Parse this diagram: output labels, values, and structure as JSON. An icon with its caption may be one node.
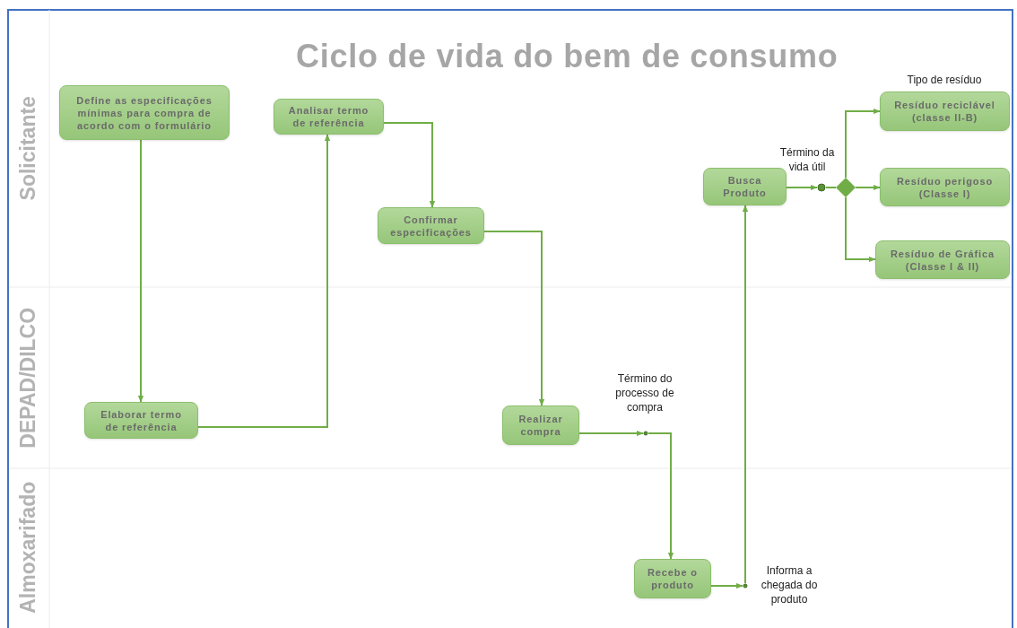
{
  "diagram": {
    "title": "Ciclo de vida do bem de consumo",
    "nodes": [
      {
        "text": [
          "Solicitante"
        ]
      },
      {
        "text": [
          "DEPAD/DILCO"
        ]
      },
      {
        "text": [
          "Almoxarifado"
        ]
      },
      {
        "text": [
          "Define as especificações mínimas para compra de acordo com o formulário"
        ],
        "in": 0
      },
      {
        "text": [
          "Analisar termo de referência"
        ],
        "in": 0
      },
      {
        "text": [
          "Confirmar especificações"
        ],
        "in": 0
      },
      {
        "text": [
          "Busca Produto"
        ],
        "in": 0
      },
      {
        "text": [],
        "shape": "circle",
        "in": 0
      },
      {
        "text": [],
        "shape": "diamond",
        "in": 0
      },
      {
        "text": [
          "Resíduo reciclável (classe II-B)"
        ],
        "in": 0
      },
      {
        "text": [
          "Resíduo perigoso (Classe I)"
        ],
        "in": 0
      },
      {
        "text": [
          "Resíduo de Gráfica (Classe I & II)"
        ],
        "in": 0
      },
      {
        "text": [
          "Elaborar termo de referência"
        ],
        "in": 1
      },
      {
        "text": [
          "Realizar compra"
        ],
        "in": 1
      },
      {
        "text": [],
        "shape": "circle",
        "beside": [
          "Término do processo de compra"
        ],
        "in": 1
      },
      {
        "text": [
          "Recebe o produto"
        ],
        "in": 2
      },
      {
        "text": [],
        "shape": "circle",
        "beside": [
          "Informa a chegada do produto"
        ],
        "in": 2
      }
    ],
    "edges": [
      {
        "from": 3,
        "to": 12,
        "arrow": "to"
      },
      {
        "from": 12,
        "to": 4,
        "arrow": "to"
      },
      {
        "from": 4,
        "to": 5,
        "arrow": "to"
      },
      {
        "from": 5,
        "to": 13,
        "arrow": "to"
      },
      {
        "from": 13,
        "to": 14,
        "arrow": "to"
      },
      {
        "from": 14,
        "to": 15,
        "arrow": "to"
      },
      {
        "from": 15,
        "to": 16,
        "arrow": "to"
      },
      {
        "from": 16,
        "to": 6,
        "arrow": "to"
      },
      {
        "from": 6,
        "to": 7,
        "arrow": "to"
      },
      {
        "from": 7,
        "to": 8,
        "arrow": "none"
      },
      {
        "from": 8,
        "to": 9,
        "arrow": "to"
      },
      {
        "from": 8,
        "to": 10,
        "arrow": "to"
      },
      {
        "from": 8,
        "to": 11,
        "arrow": "to"
      }
    ],
    "labels": [
      "Tipo de resíduo",
      "Término da vida útil"
    ]
  }
}
